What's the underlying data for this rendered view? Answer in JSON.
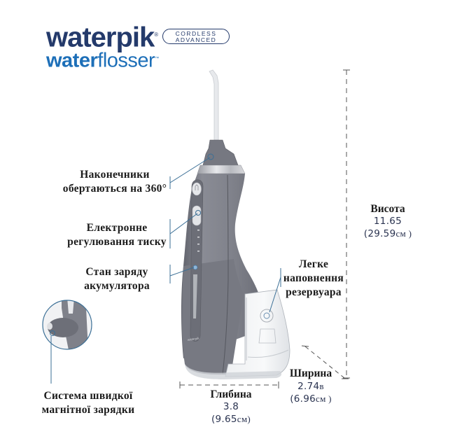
{
  "brand": {
    "name": "waterpik",
    "registered_mark": "®",
    "badge_line1": "CORDLESS",
    "badge_line2": "ADVANCED",
    "sub_bold": "water",
    "sub_light": "flosser",
    "trademark": "™"
  },
  "features": [
    {
      "line1": "Наконечники",
      "line2": "обертаються на 360°"
    },
    {
      "line1": "Електронне",
      "line2": "регулювання тиску"
    },
    {
      "line1": "Стан заряду",
      "line2": "акумулятора"
    },
    {
      "line1": "Система швидкої",
      "line2": "магнітної зарядки"
    },
    {
      "line1": "Легке",
      "line2": "наповнення",
      "line3": "резервуара"
    }
  ],
  "dimensions": {
    "height": {
      "title": "Висота",
      "value": "11.65",
      "metric": "(29.59",
      "unit": "см )"
    },
    "width": {
      "title": "Ширина",
      "value": "2.74",
      "value_suffix": "в",
      "metric": "(6.96",
      "unit": "см )"
    },
    "depth": {
      "title": "Глибина",
      "value": "3.8",
      "metric": "(9.65",
      "unit": "см)"
    }
  },
  "colors": {
    "brand_navy": "#243a6b",
    "brand_blue": "#1d6fb8",
    "device_gray": "#7d7f88",
    "callout_line": "#3b6f96"
  }
}
